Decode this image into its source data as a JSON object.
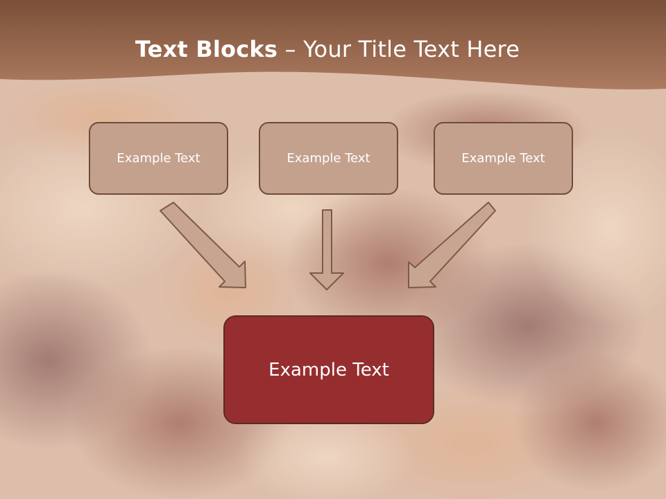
{
  "slide": {
    "title_bold": "Text Blocks",
    "title_separator": " – ",
    "title_rest": "Your Title Text Here",
    "top_boxes": [
      "Example Text",
      "Example Text",
      "Example Text"
    ],
    "bottom_box": "Example Text"
  },
  "colors": {
    "header": "#8a5c44",
    "box_fill": "#c4a18d",
    "box_border": "#6e4b3a",
    "main_box_fill": "#962e30",
    "arrow_fill": "#c7a590"
  }
}
